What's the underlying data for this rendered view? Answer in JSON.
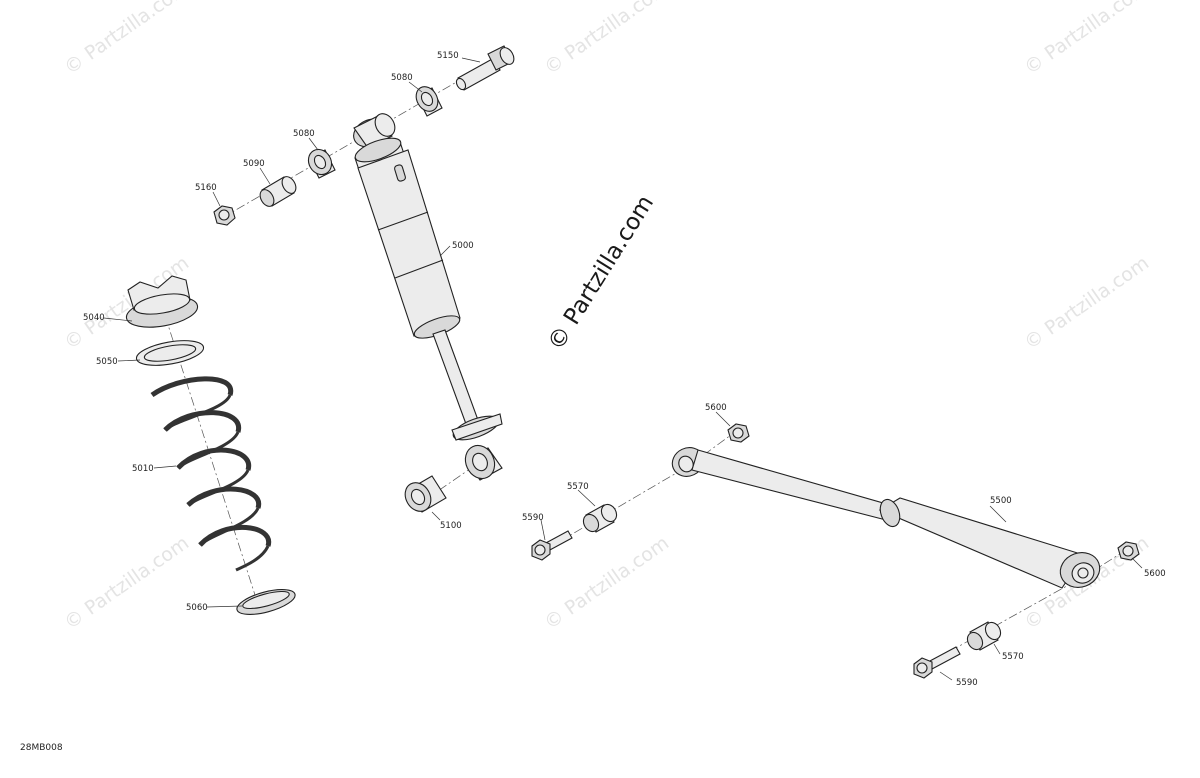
{
  "diagram": {
    "reference_code": "28MB008",
    "watermark_main": "© Partzilla.com",
    "watermark_tile": "© Partzilla.com",
    "callouts": {
      "c5150": "5150",
      "c5080a": "5080",
      "c5080b": "5080",
      "c5090": "5090",
      "c5160": "5160",
      "c5000": "5000",
      "c5040": "5040",
      "c5050": "5050",
      "c5010": "5010",
      "c5060": "5060",
      "c5100": "5100",
      "c5600a": "5600",
      "c5570a": "5570",
      "c5590a": "5590",
      "c5500": "5500",
      "c5600b": "5600",
      "c5570b": "5570",
      "c5590b": "5590"
    }
  }
}
